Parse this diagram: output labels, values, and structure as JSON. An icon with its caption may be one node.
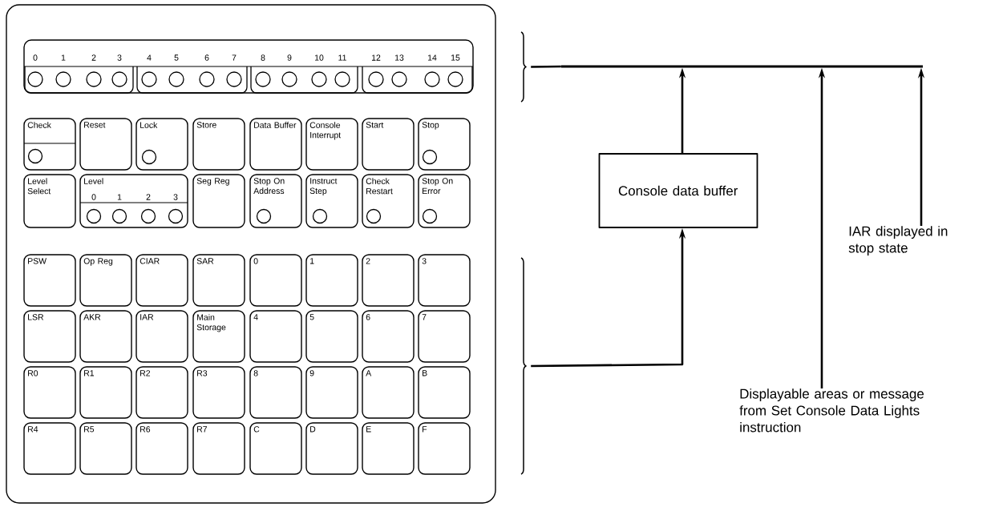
{
  "diagram": {
    "nodes": [
      {
        "text": [],
        "shape": "box"
      },
      {
        "text": [
          "0",
          "1",
          "2",
          "3",
          "4",
          "5",
          "6",
          "7",
          "8",
          "9",
          "10",
          "11",
          "12",
          "13",
          "14",
          "15"
        ],
        "in": 0
      },
      {
        "text": [
          "Check"
        ],
        "in": 0
      },
      {
        "text": [
          "Reset"
        ],
        "in": 0
      },
      {
        "text": [
          "Lock"
        ],
        "in": 0
      },
      {
        "text": [
          "Store"
        ],
        "in": 0
      },
      {
        "text": [
          "Data Buffer"
        ],
        "in": 0
      },
      {
        "text": [
          "Console Interrupt"
        ],
        "in": 0
      },
      {
        "text": [
          "Start"
        ],
        "in": 0
      },
      {
        "text": [
          "Stop"
        ],
        "in": 0
      },
      {
        "text": [
          "Level Select"
        ],
        "in": 0
      },
      {
        "text": [
          "Level",
          "0",
          "1",
          "2",
          "3"
        ],
        "in": 0
      },
      {
        "text": [
          "Seg Reg"
        ],
        "in": 0
      },
      {
        "text": [
          "Stop On Address"
        ],
        "in": 0
      },
      {
        "text": [
          "Instruct Step"
        ],
        "in": 0
      },
      {
        "text": [
          "Check Restart"
        ],
        "in": 0
      },
      {
        "text": [
          "Stop On Error"
        ],
        "in": 0
      },
      {
        "text": [
          "PSW"
        ],
        "in": 0
      },
      {
        "text": [
          "Op Reg"
        ],
        "in": 0
      },
      {
        "text": [
          "CIAR"
        ],
        "in": 0
      },
      {
        "text": [
          "SAR"
        ],
        "in": 0
      },
      {
        "text": [
          "0"
        ],
        "in": 0
      },
      {
        "text": [
          "1"
        ],
        "in": 0
      },
      {
        "text": [
          "2"
        ],
        "in": 0
      },
      {
        "text": [
          "3"
        ],
        "in": 0
      },
      {
        "text": [
          "LSR"
        ],
        "in": 0
      },
      {
        "text": [
          "AKR"
        ],
        "in": 0
      },
      {
        "text": [
          "IAR"
        ],
        "in": 0
      },
      {
        "text": [
          "Main Storage"
        ],
        "in": 0
      },
      {
        "text": [
          "4"
        ],
        "in": 0
      },
      {
        "text": [
          "5"
        ],
        "in": 0
      },
      {
        "text": [
          "6"
        ],
        "in": 0
      },
      {
        "text": [
          "7"
        ],
        "in": 0
      },
      {
        "text": [
          "R0"
        ],
        "in": 0
      },
      {
        "text": [
          "R1"
        ],
        "in": 0
      },
      {
        "text": [
          "R2"
        ],
        "in": 0
      },
      {
        "text": [
          "R3"
        ],
        "in": 0
      },
      {
        "text": [
          "8"
        ],
        "in": 0
      },
      {
        "text": [
          "9"
        ],
        "in": 0
      },
      {
        "text": [
          "A"
        ],
        "in": 0
      },
      {
        "text": [
          "B"
        ],
        "in": 0
      },
      {
        "text": [
          "R4"
        ],
        "in": 0
      },
      {
        "text": [
          "R5"
        ],
        "in": 0
      },
      {
        "text": [
          "R6"
        ],
        "in": 0
      },
      {
        "text": [
          "R7"
        ],
        "in": 0
      },
      {
        "text": [
          "C"
        ],
        "in": 0
      },
      {
        "text": [
          "D"
        ],
        "in": 0
      },
      {
        "text": [
          "E"
        ],
        "in": 0
      },
      {
        "text": [
          "F"
        ],
        "in": 0
      },
      {
        "text": [],
        "shape": "brace"
      },
      {
        "text": [],
        "shape": "brace"
      },
      {
        "text": [],
        "shape": "bar"
      },
      {
        "text": [
          "Console data buffer"
        ]
      },
      {
        "text": [
          "IAR displayed in stop state"
        ]
      },
      {
        "text": [
          "Displayable areas or message from Set Console Data Lights instruction"
        ]
      }
    ],
    "edges": [
      {
        "from": 50,
        "to": 52,
        "arrow": "to"
      },
      {
        "from": 52,
        "to": 51,
        "arrow": "to"
      },
      {
        "from": 54,
        "to": 51,
        "arrow": "to"
      },
      {
        "from": 53,
        "to": 51,
        "arrow": "to"
      },
      {
        "from": 51,
        "to": 49,
        "arrow": "none"
      }
    ]
  }
}
